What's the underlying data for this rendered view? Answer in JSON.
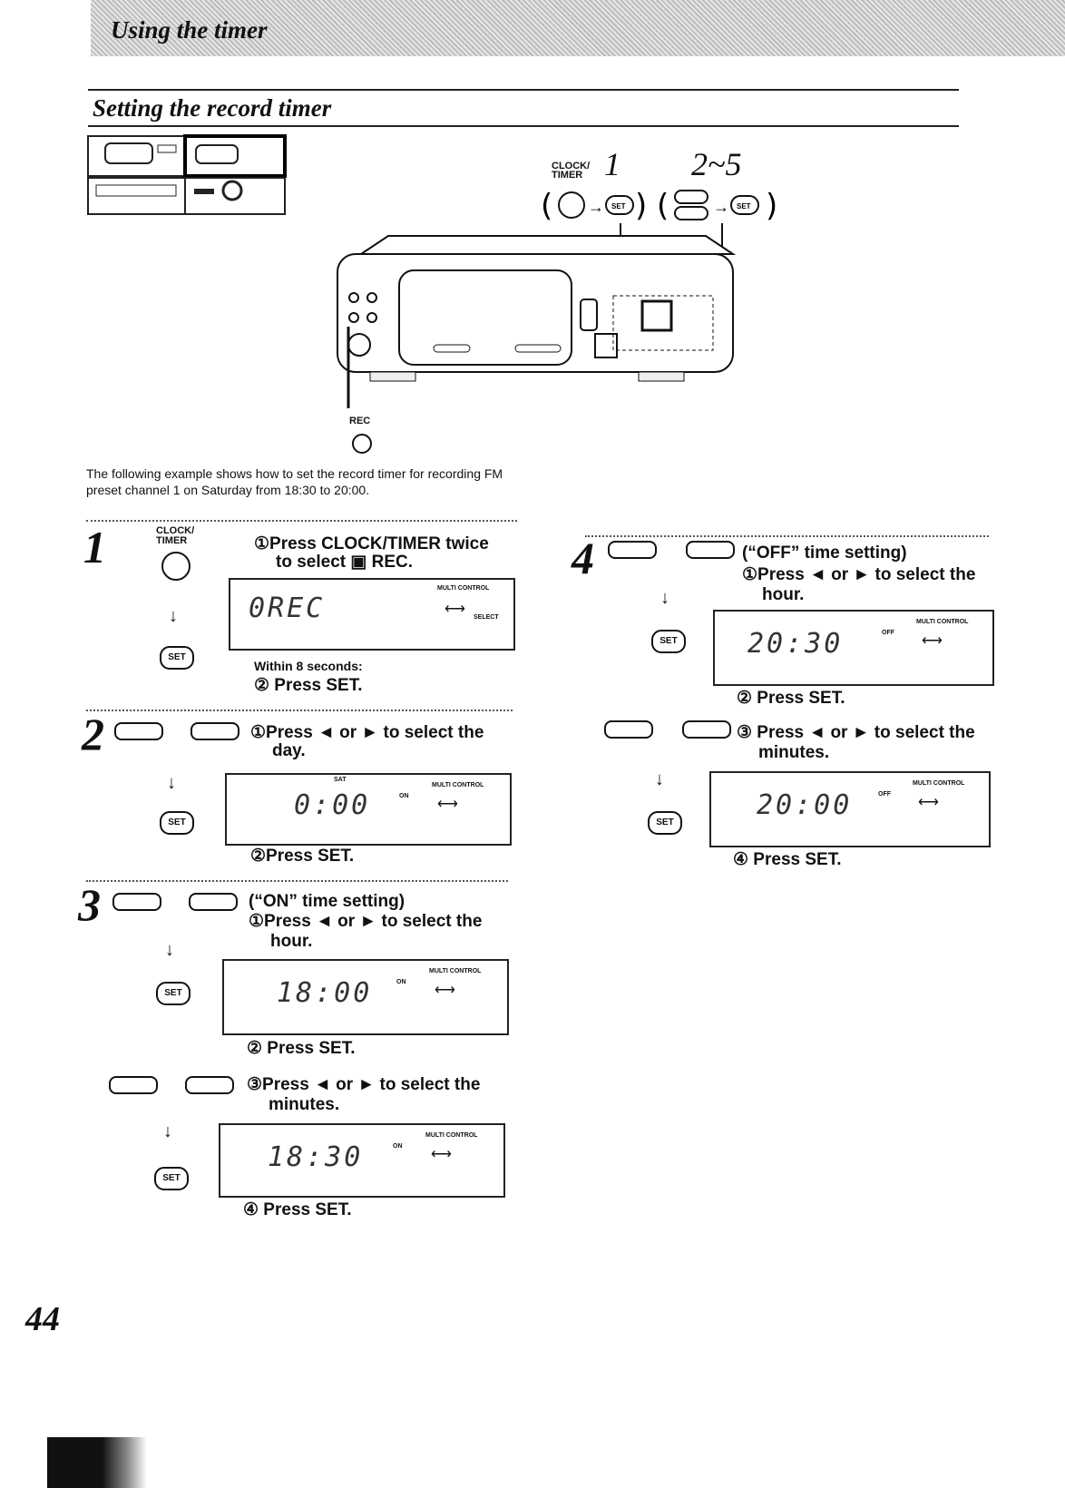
{
  "header": {
    "title": "Using the timer"
  },
  "section": {
    "title": "Setting the record timer"
  },
  "diagram": {
    "clock_label": "CLOCK/\nTIMER",
    "step_a": "1",
    "step_b": "2~5",
    "set_label": "SET",
    "rec_label": "REC"
  },
  "intro": "The following example shows how to set the record timer for recording FM preset channel 1 on Saturday from 18:30 to 20:00.",
  "steps": {
    "s1": {
      "num": "1",
      "icon_label": "CLOCK/\nTIMER",
      "line1": "①Press CLOCK/TIMER twice",
      "line2": "to select ▣ REC.",
      "lcd": "0REC",
      "note": "Within 8 seconds:",
      "line3": "② Press SET."
    },
    "s2": {
      "num": "2",
      "line1": "①Press ◄ or ► to select the",
      "line2": "day.",
      "lcd": "0:00",
      "line3": "②Press SET."
    },
    "s3": {
      "num": "3",
      "line0": "(“ON” time setting)",
      "line1": "①Press ◄ or ► to select the",
      "line2": "hour.",
      "lcd1": "18:00",
      "line3": "② Press SET.",
      "line4": "③Press ◄ or ► to select the",
      "line5": "minutes.",
      "lcd2": "18:30",
      "line6": "④ Press SET."
    },
    "s4": {
      "num": "4",
      "line0": "(“OFF” time setting)",
      "line1": "①Press ◄ or ►  to select the",
      "line2": "hour.",
      "lcd1": "20:30",
      "line3": "② Press SET.",
      "line4": "③ Press ◄ or ►  to select the",
      "line5": "minutes.",
      "lcd2": "20:00",
      "line6": "④ Press SET."
    }
  },
  "lcd_labels": {
    "multi": "MULTI CONTROL",
    "select": "SELECT",
    "set": "SET",
    "on": "ON",
    "off": "OFF",
    "sat": "SAT"
  },
  "page_number": "44"
}
